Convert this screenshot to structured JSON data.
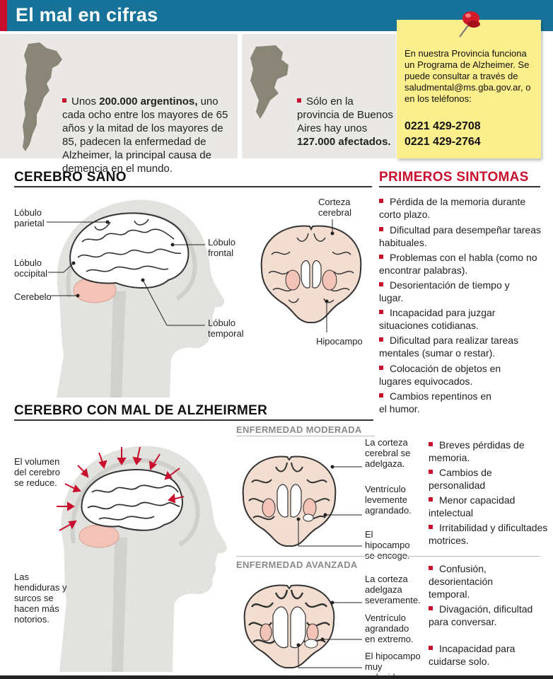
{
  "header": {
    "title": "El mal en cifras"
  },
  "stats": {
    "national": {
      "before": "Unos ",
      "bold": "200.000 argentinos,",
      "after": " uno cada ocho entre los mayores de 65 años y la mitad de los mayores de 85, padecen la enfermedad de Alzheimer, la principal causa de demencia en el mundo."
    },
    "province": {
      "before": "Sólo en la provincia de Buenos Aires hay unos ",
      "bold": "127.000 afectados."
    }
  },
  "note": {
    "text": "En nuestra Provincia funciona un Programa de Alzheimer. Se puede consultar a través de saludmental@ms.gba.gov.ar, o en los teléfonos:",
    "phone1": "0221 429-2708",
    "phone2": "0221 429-2764"
  },
  "healthy": {
    "title": "CEREBRO SANO",
    "labels": {
      "parietal": "Lóbulo parietal",
      "occipital": "Lóbulo occipital",
      "cerebelo": "Cerebelo",
      "frontal": "Lóbulo frontal",
      "temporal": "Lóbulo temporal",
      "corteza": "Corteza cerebral",
      "hipocampo": "Hipocampo"
    }
  },
  "symptoms": {
    "title": "PRIMEROS SINTOMAS",
    "items": [
      "Pérdida de la memoria durante corto plazo.",
      "Dificultad para desempeñar tareas habituales.",
      "Problemas con el habla (como no encontrar palabras).",
      "Desorientación de tiempo y lugar.",
      "Incapacidad para juzgar situaciones cotidianas.",
      "Dificultad para realizar tareas mentales (sumar o restar).",
      "Colocación de objetos en lugares equivocados.",
      "Cambios repentinos en el humor."
    ]
  },
  "alzheimer": {
    "title": "CEREBRO CON MAL DE ALZHEIRMER",
    "labels": {
      "volumen": "El volumen del cerebro se reduce.",
      "hendiduras": "Las hendiduras y surcos se hacen más notorios."
    },
    "moderate": {
      "title": "ENFERMEDAD MODERADA",
      "labels": {
        "corteza": "La corteza cerebral se adelgaza.",
        "ventriculo": "Ventrículo levemente agrandado.",
        "hipocampo": "El hipocampo se encoge."
      },
      "items": [
        "Breves pérdidas de memoria.",
        "Cambios de personalidad",
        "Menor capacidad intelectual",
        "Irritabilidad y dificultades motrices."
      ]
    },
    "advanced": {
      "title": "ENFERMEDAD AVANZADA",
      "labels": {
        "corteza": "La corteza adelgaza severamente.",
        "ventriculo": "Ventrículo agrandado en extremo.",
        "hipocampo": "El hipocampo muy reducido."
      },
      "items": [
        "Confusión, desorientación temporal.",
        "Divagación, dificultad para conversar.",
        "Incapacidad para cuidarse solo."
      ]
    }
  },
  "colors": {
    "header": "#17729a",
    "accent_red": "#c8102e",
    "note_yellow": "#fbee8c",
    "panel_grey": "#e9e8e4",
    "brain_tissue": "#f3ddd0",
    "cerebellum_pink": "#f4c3b8"
  }
}
